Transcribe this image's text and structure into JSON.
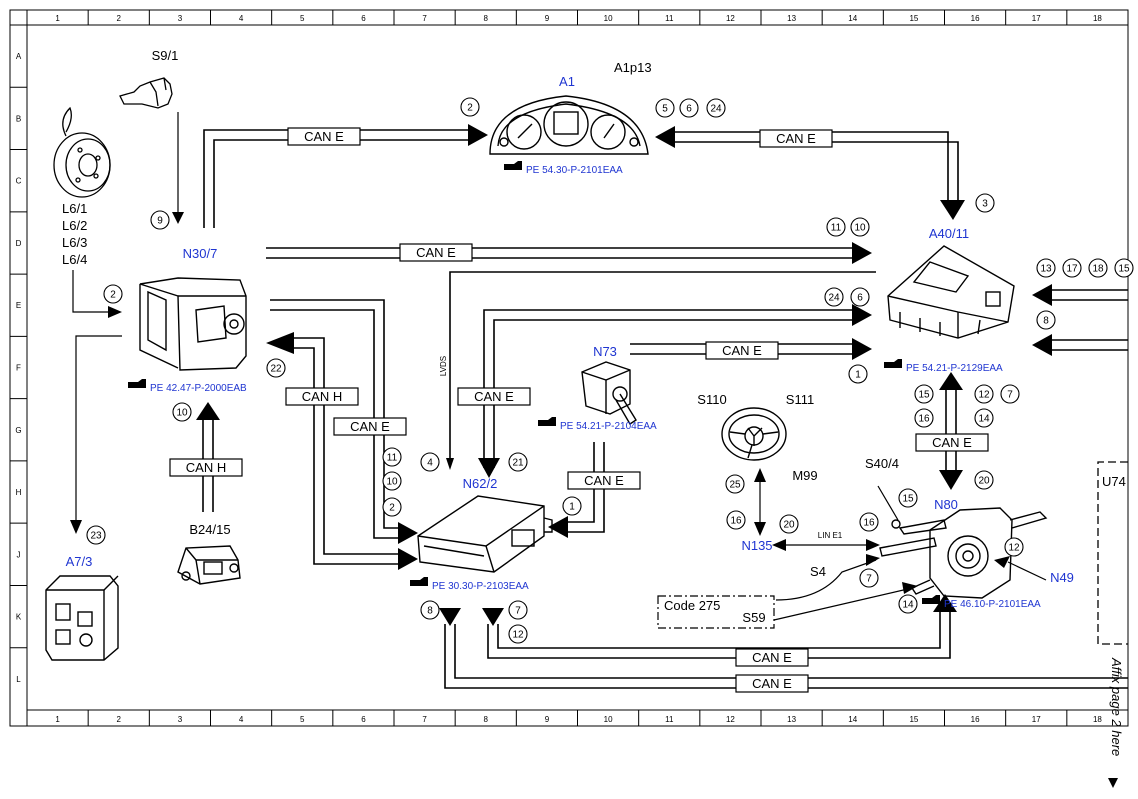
{
  "frame": {
    "columns": [
      "1",
      "2",
      "3",
      "4",
      "5",
      "6",
      "7",
      "8",
      "9",
      "10",
      "11",
      "12",
      "13",
      "14",
      "15",
      "16",
      "17",
      "18"
    ],
    "rows": [
      "A",
      "B",
      "C",
      "D",
      "E",
      "F",
      "G",
      "H",
      "J",
      "K",
      "L"
    ]
  },
  "components": {
    "s9_1": "S9/1",
    "l6": [
      "L6/1",
      "L6/2",
      "L6/3",
      "L6/4"
    ],
    "n30_7": "N30/7",
    "a1": "A1",
    "a1p13": "A1p13",
    "a40_11": "A40/11",
    "n73": "N73",
    "n62_2": "N62/2",
    "a7_3": "A7/3",
    "b24_15": "B24/15",
    "s110": "S110",
    "s111": "S111",
    "m99": "M99",
    "n135": "N135",
    "s40_4": "S40/4",
    "n80": "N80",
    "s4": "S4",
    "n49": "N49",
    "s59": "S59",
    "u74": "U74"
  },
  "references": {
    "a1": "PE 54.30-P-2101EAA",
    "n30_7": "PE 42.47-P-2000EAB",
    "a40_11": "PE 54.21-P-2129EAA",
    "n73": "PE 54.21-P-2104EAA",
    "n62_2": "PE 30.30-P-2103EAA",
    "n80": "PE 46.10-P-2101EAA"
  },
  "bus_labels": {
    "can_e": "CAN E",
    "can_h": "CAN H",
    "lin_e1": "LIN E1",
    "lvds": "LVDS"
  },
  "code_box": "Code 275",
  "circled": [
    "2",
    "9",
    "2",
    "23",
    "10",
    "22",
    "5",
    "6",
    "24",
    "3",
    "11",
    "10",
    "24",
    "6",
    "1",
    "13",
    "17",
    "18",
    "15",
    "8",
    "11",
    "10",
    "2",
    "4",
    "21",
    "1",
    "15",
    "12",
    "7",
    "16",
    "14",
    "20",
    "25",
    "16",
    "20",
    "16",
    "15",
    "7",
    "14",
    "12",
    "8",
    "7",
    "12"
  ],
  "side_note": "Affix page 2 here"
}
